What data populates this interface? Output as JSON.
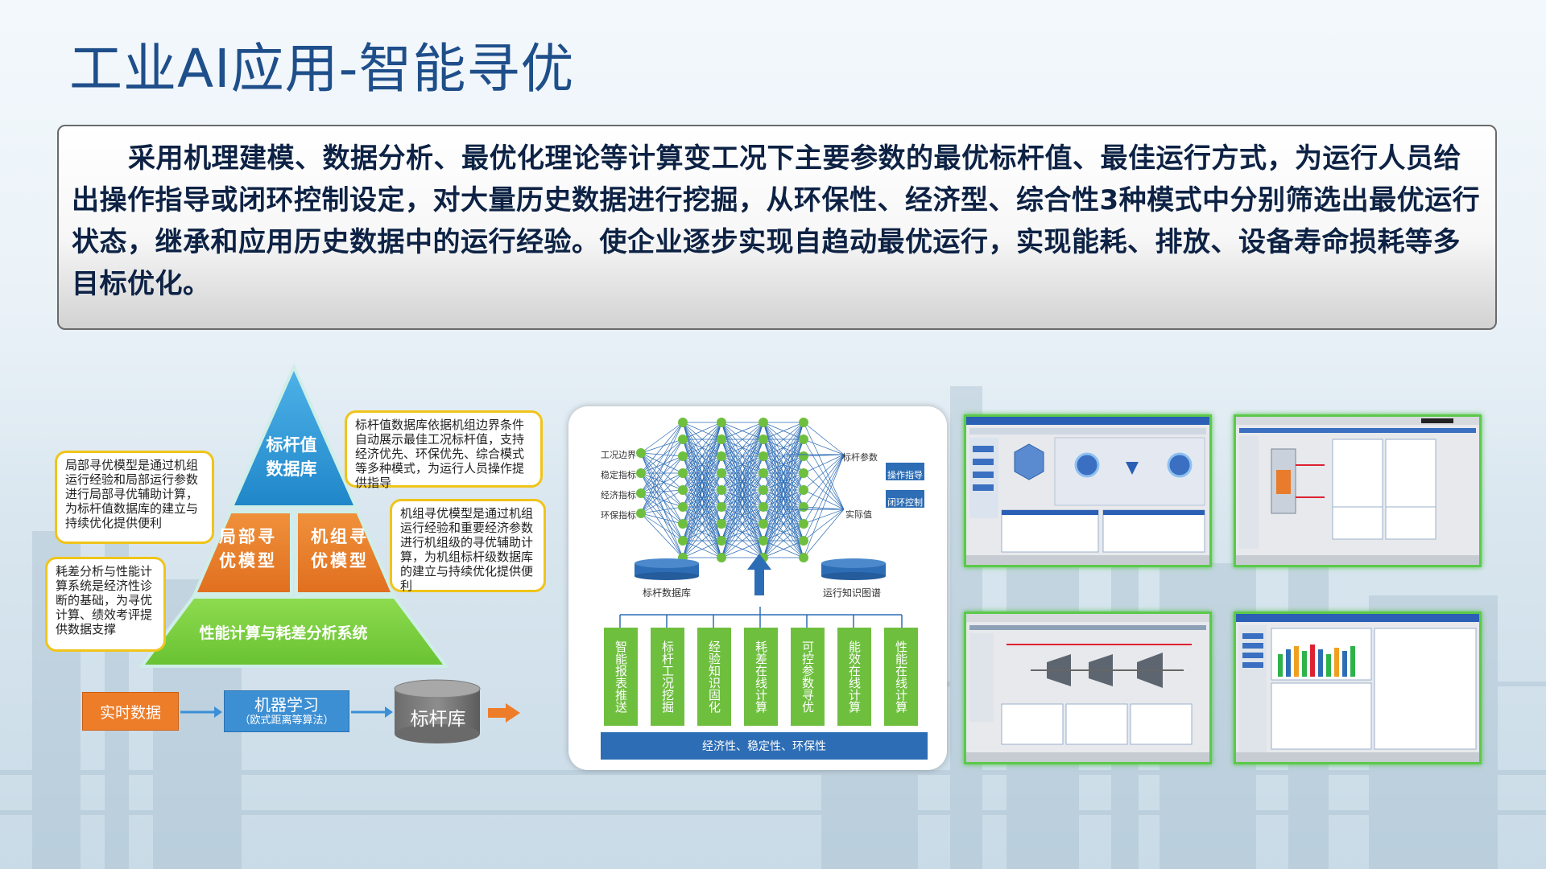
{
  "title": "工业AI应用-智能寻优",
  "intro": "采用机理建模、数据分析、最优化理论等计算变工况下主要参数的最优标杆值、最佳运行方式，为运行人员给出操作指导或闭环控制设定，对大量历史数据进行挖掘，从环保性、经济型、综合性3种模式中分别筛选出最优运行状态，继承和应用历史数据中的运行经验。使企业逐步实现自趋动最优运行，实现能耗、排放、设备寿命损耗等多目标优化。",
  "pyramid": {
    "top": "标杆值数据库",
    "left": "局部寻优模型",
    "right": "机组寻优模型",
    "base": "性能计算与耗差分析系统"
  },
  "callouts": {
    "benchmark_db": "标杆值数据库依据机组边界条件自动展示最佳工况标杆值，支持经济优先、环保优先、综合模式等多种模式，为运行人员操作提供指导",
    "local_model": "局部寻优模型是通过机组运行经验和局部运行参数进行局部寻优辅助计算，为标杆值数据库的建立与持续优化提供便利",
    "unit_model": "机组寻优模型是通过机组运行经验和重要经济参数进行机组级的寻优辅助计算，为机组标杆级数据库的建立与持续优化提供便利",
    "deviation": "耗差分析与性能计算系统是经济性诊断的基础，为寻优计算、绩效考评提供数据支撑"
  },
  "flow": {
    "realtime": "实时数据",
    "ml": "机器学习",
    "ml_sub": "（欧式距离等算法）",
    "lib": "标杆库"
  },
  "nn": {
    "inputs": [
      "工况边界",
      "稳定指标",
      "经济指标",
      "环保指标"
    ],
    "outputs": [
      "标杆参数",
      "实际值"
    ],
    "buttons": [
      "操作指导",
      "闭环控制"
    ],
    "db_left": "标杆数据库",
    "db_right": "运行知识图谱",
    "modules": [
      "智能报表推送",
      "标杆工况挖掘",
      "经验知识固化",
      "耗差在线计算",
      "可控参数寻优",
      "能效在线计算",
      "性能在线计算"
    ],
    "bottom": "经济性、稳定性、环保性"
  },
  "colors": {
    "title": "#1f4f8a",
    "pyramid_top": "#2e9ad6",
    "pyramid_mid": "#e9822f",
    "pyramid_base": "#7fcf45",
    "callout_border": "#f0c419",
    "nn_node": "#6fbf3f",
    "nn_blue": "#2d6db5"
  }
}
